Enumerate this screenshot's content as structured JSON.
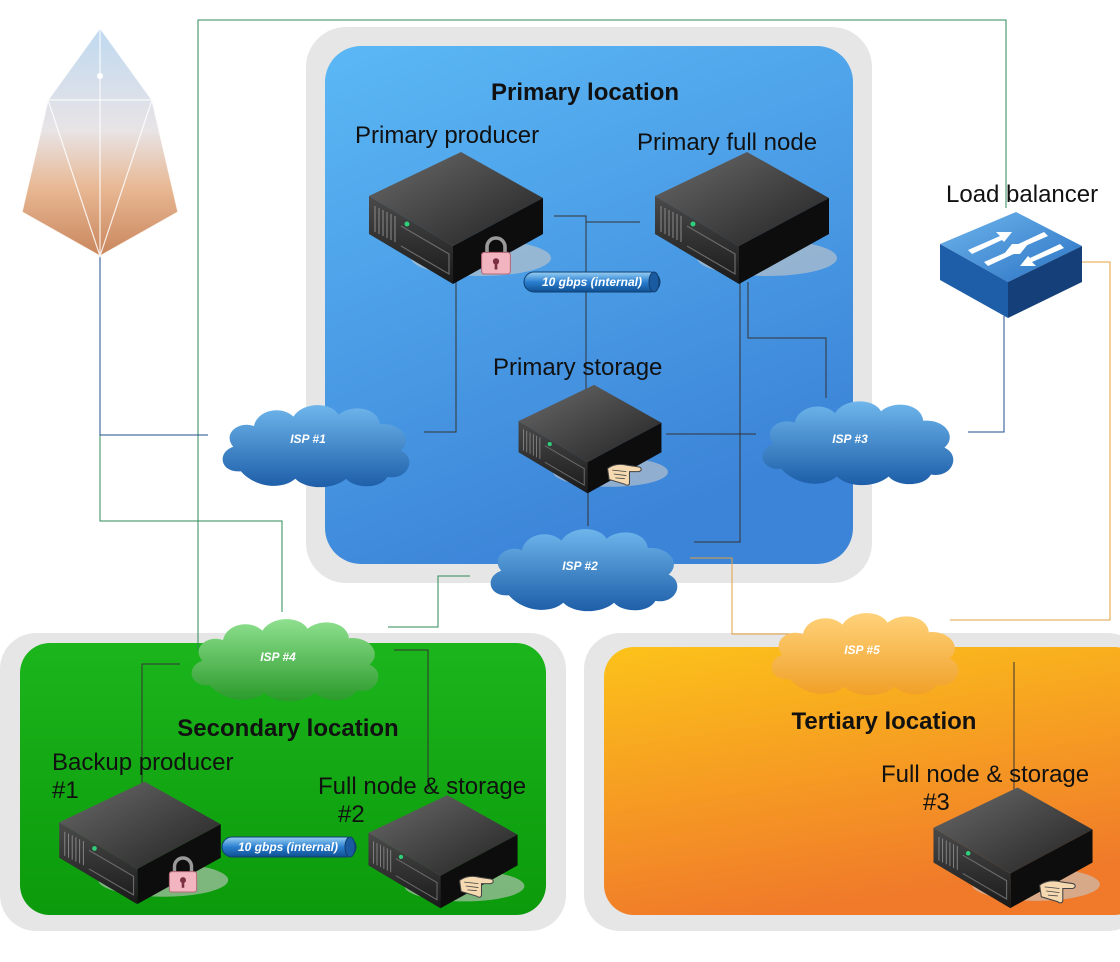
{
  "locations": {
    "primary": {
      "title": "Primary location",
      "color": "#4aa3ee"
    },
    "secondary": {
      "title": "Secondary location",
      "color": "#13a913"
    },
    "tertiary": {
      "title": "Tertiary location",
      "color": "#f99a24"
    }
  },
  "nodes": {
    "primary_producer": {
      "label": "Primary producer"
    },
    "primary_full_node": {
      "label": "Primary full node"
    },
    "primary_storage": {
      "label": "Primary storage"
    },
    "load_balancer": {
      "label": "Load balancer"
    },
    "backup_producer": {
      "label_line1": "Backup producer",
      "label_line2": "#1"
    },
    "full_node_storage_2": {
      "label_line1": "Full node & storage",
      "label_line2": "#2"
    },
    "full_node_storage_3": {
      "label_line1": "Full node & storage",
      "label_line2": "#3"
    }
  },
  "isps": {
    "isp1": "ISP #1",
    "isp2": "ISP #2",
    "isp3": "ISP #3",
    "isp4": "ISP #4",
    "isp5": "ISP #5"
  },
  "links": {
    "internal_primary": "10 gbps (internal)",
    "internal_secondary": "10 gbps (internal)"
  },
  "colors": {
    "link_green": "#2e8b57",
    "link_blue": "#1f4e8c",
    "link_orange": "#e0a040",
    "link_dark": "#333333"
  }
}
